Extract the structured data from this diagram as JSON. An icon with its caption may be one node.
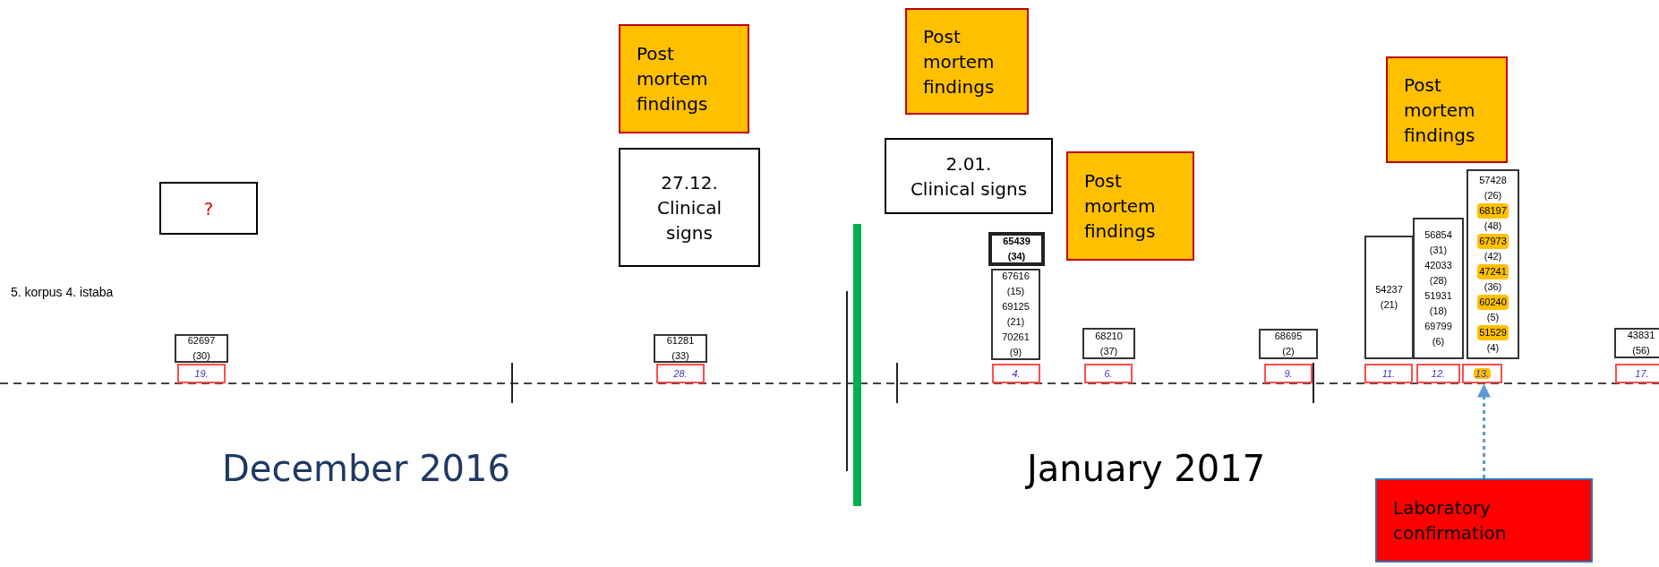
{
  "diagram": {
    "nodes": [
      {
        "text": [
          "?"
        ]
      },
      {
        "text": [
          "Post mortem findings"
        ]
      },
      {
        "text": [
          "27.12.",
          "Clinical signs"
        ]
      },
      {
        "text": [
          "62697",
          "(30)"
        ]
      },
      {
        "text": [
          "19."
        ]
      },
      {
        "text": [
          "61281",
          "(33)"
        ]
      },
      {
        "text": [
          "28."
        ]
      },
      {
        "text": [
          "Post mortem findings"
        ]
      },
      {
        "text": [
          "2.01.",
          "Clinical signs"
        ]
      },
      {
        "text": [
          "Post mortem findings"
        ]
      },
      {
        "text": [
          "65439",
          "(34)"
        ]
      },
      {
        "text": [
          "67616",
          "(15)",
          "69125",
          "(21)",
          "70261",
          "(9)"
        ]
      },
      {
        "text": [
          "4."
        ]
      },
      {
        "text": [
          "68210",
          "(37)"
        ]
      },
      {
        "text": [
          "6."
        ]
      },
      {
        "text": [
          "68695",
          "(2)"
        ]
      },
      {
        "text": [
          "9."
        ]
      },
      {
        "text": [
          "Post mortem findings"
        ]
      },
      {
        "text": [
          "54237",
          "(21)"
        ]
      },
      {
        "text": [
          "11."
        ]
      },
      {
        "text": [
          "56854",
          "(31)",
          "42033",
          "(28)",
          "51931",
          "(18)",
          "69799",
          "(6)"
        ]
      },
      {
        "text": [
          "12."
        ]
      },
      {
        "text": [
          "57428",
          "(26)",
          "68197",
          "(48)",
          "67973",
          "(42)",
          "47241",
          "(36)",
          "60240",
          "(5)",
          "51529",
          "(4)"
        ]
      },
      {
        "text": [
          "13."
        ]
      },
      {
        "text": [
          "43831",
          "(56)"
        ]
      },
      {
        "text": [
          "17."
        ]
      },
      {
        "text": [
          "Laboratory confirmation"
        ]
      }
    ],
    "edges": [
      {
        "from": 26,
        "to": 23,
        "arrow": "to",
        "style": "dashed",
        "color": "#5b9bd5"
      }
    ],
    "labels": [
      "5. korpus 4. istaba",
      "December 2016",
      "January 2017"
    ]
  }
}
